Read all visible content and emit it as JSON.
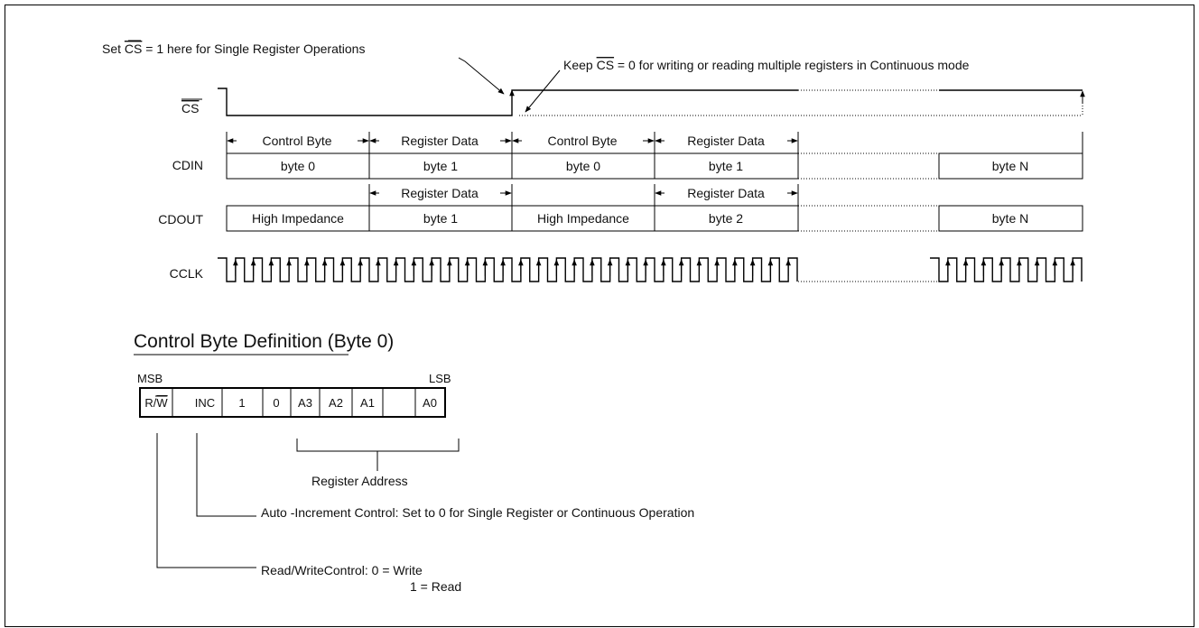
{
  "timing": {
    "note_single": "Set CS = 1 here for Single Register Operations",
    "note_single_parts": {
      "pre": "Set ",
      "cs": "CS",
      "post": " = 1 here for Single Register Operations"
    },
    "note_continuous_parts": {
      "pre": "Keep ",
      "cs": "CS",
      "post": " = 0 for writing or reading multiple registers in Continuous mode"
    },
    "signals": {
      "cs": "CS",
      "cdin": "CDIN",
      "cdout": "CDOUT",
      "cclk": "CCLK"
    },
    "cdin_headers": [
      "Control Byte",
      "Register Data",
      "Control Byte",
      "Register Data"
    ],
    "cdin_bytes": [
      "byte 0",
      "byte 1",
      "byte 0",
      "byte 1",
      "",
      "byte N"
    ],
    "cdout_headers": [
      "Register Data",
      "Register Data"
    ],
    "cdout_bytes": [
      "High Impedance",
      "byte 1",
      "High Impedance",
      "byte 2",
      "",
      "byte N"
    ]
  },
  "control_byte": {
    "title": "Control Byte Definition (Byte 0)",
    "msb": "MSB",
    "lsb": "LSB",
    "bits": [
      "R/W",
      "INC",
      "1",
      "0",
      "A3",
      "A2",
      "A1",
      "A0"
    ],
    "register_address": "Register Address",
    "inc_desc": "Auto -Increment Control: Set to 0 for Single Register or Continuous Operation",
    "rw_desc_1": "Read/WriteControl: 0 = Write",
    "rw_desc_2": "1 = Read"
  }
}
